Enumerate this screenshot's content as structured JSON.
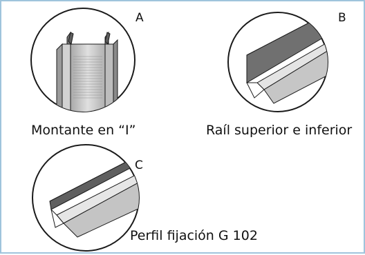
{
  "figures": [
    {
      "letter": "A",
      "caption": "Montante en “I”"
    },
    {
      "letter": "B",
      "caption": "Raíl superior e inferior"
    },
    {
      "letter": "C",
      "caption": "Perfil fijación G 102"
    }
  ],
  "colors": {
    "frame": "#9fc4dc",
    "metal_dark": "#6f6f6f",
    "metal_mid": "#9a9a9a",
    "metal_light": "#c9c9c9",
    "outline": "#1a1a1a"
  }
}
